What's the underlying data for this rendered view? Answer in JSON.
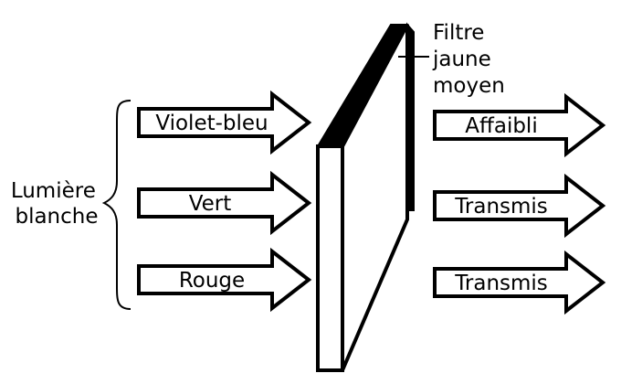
{
  "white_light_label": [
    "Lumière",
    "blanche"
  ],
  "filter_label": [
    "Filtre",
    "jaune",
    "moyen"
  ],
  "inputs": [
    {
      "label": "Violet-bleu"
    },
    {
      "label": "Vert"
    },
    {
      "label": "Rouge"
    }
  ],
  "outputs": [
    {
      "label": "Affaibli"
    },
    {
      "label": "Transmis"
    },
    {
      "label": "Transmis"
    }
  ]
}
